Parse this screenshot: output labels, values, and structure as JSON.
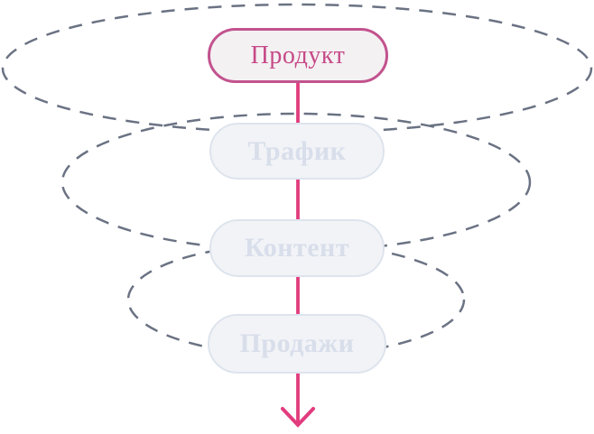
{
  "diagram": {
    "type": "funnel-spiral",
    "nodes": [
      {
        "label": "Продукт",
        "state": "active"
      },
      {
        "label": "Трафик",
        "state": "inactive"
      },
      {
        "label": "Контент",
        "state": "inactive"
      },
      {
        "label": "Продажи",
        "state": "inactive"
      }
    ],
    "colors": {
      "accent": "#c2538e",
      "accent_text": "#c64a87",
      "active_fill": "#f4f1f3",
      "inactive_border": "#dee4ed",
      "inactive_fill": "#f1f3f7",
      "inactive_text": "#d8deea",
      "dash": "#6a7283",
      "arrow": "#e23c7e"
    }
  }
}
